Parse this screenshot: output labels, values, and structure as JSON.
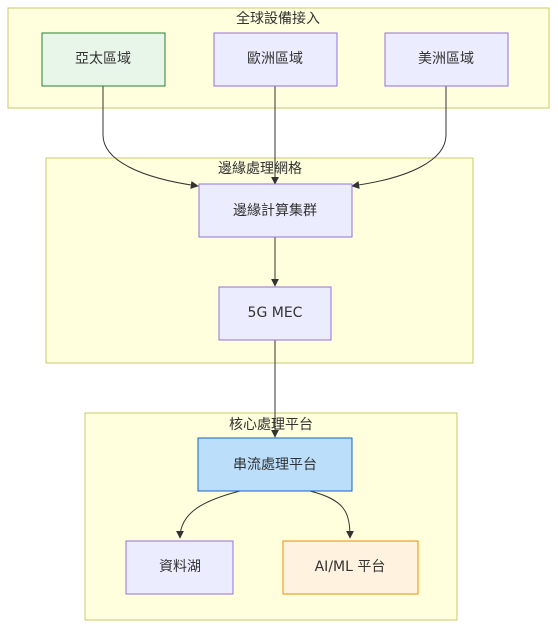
{
  "clusters": {
    "global_access": {
      "label": "全球設備接入"
    },
    "edge_grid": {
      "label": "邊緣處理網格"
    },
    "core": {
      "label": "核心處理平台"
    }
  },
  "nodes": {
    "asia": {
      "label": "亞太區域"
    },
    "europe": {
      "label": "歐洲區域"
    },
    "americas": {
      "label": "美洲區域"
    },
    "edge_cluster": {
      "label": "邊緣計算集群"
    },
    "mec": {
      "label": "5G MEC"
    },
    "stream": {
      "label": "串流處理平台"
    },
    "datalake": {
      "label": "資料湖"
    },
    "aiml": {
      "label": "AI/ML 平台"
    }
  },
  "colors": {
    "cluster_fill": "#ffffde",
    "cluster_border": "#c9c96a",
    "node_default_fill": "#ececff",
    "node_default_border": "#9370db",
    "asia_fill": "#e8f5e9",
    "asia_border": "#2e7d32",
    "stream_fill": "#bbdefb",
    "stream_border": "#1565c0",
    "aiml_fill": "#fff3e0",
    "aiml_border": "#ef8c00",
    "edge": "#333333"
  }
}
